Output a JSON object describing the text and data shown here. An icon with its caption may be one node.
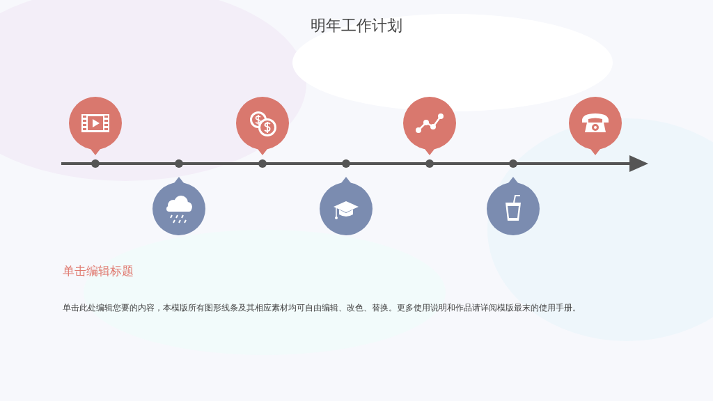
{
  "diagram": {
    "title": "明年工作计划",
    "labels": [
      "单击编辑标题",
      "单击此处编辑您要的内容，本模版所有图形线条及其相应素材均可自由编辑、改色、替换。更多使用说明和作品请详阅模版最末的使用手册。"
    ]
  }
}
